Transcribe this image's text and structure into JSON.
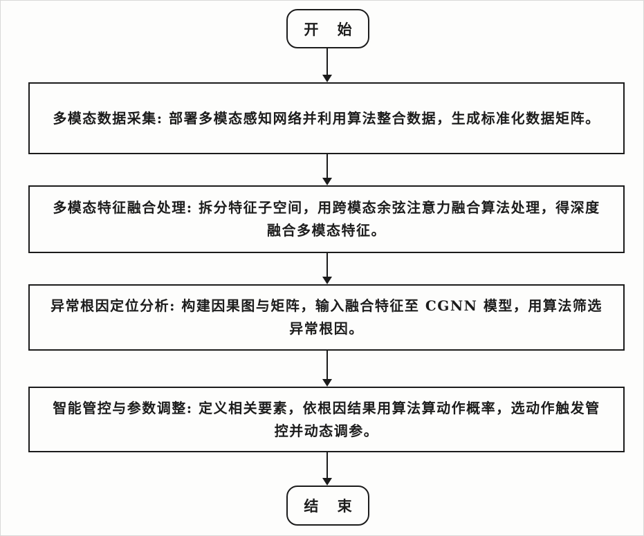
{
  "diagram": {
    "start_label": "开 始",
    "end_label": "结 束",
    "steps": [
      {
        "label": "多模态数据采集: 部署多模态感知网络并利用算法整合数据，生成标准化数据矩阵。"
      },
      {
        "label": "多模态特征融合处理: 拆分特征子空间，用跨模态余弦注意力融合算法处理，得深度融合多模态特征。"
      },
      {
        "label": "异常根因定位分析: 构建因果图与矩阵，输入融合特征至 CGNN 模型，用算法筛选异常根因。"
      },
      {
        "label": "智能管控与参数调整: 定义相关要素，依根因结果用算法算动作概率，选动作触发管控并动态调参。"
      }
    ]
  }
}
